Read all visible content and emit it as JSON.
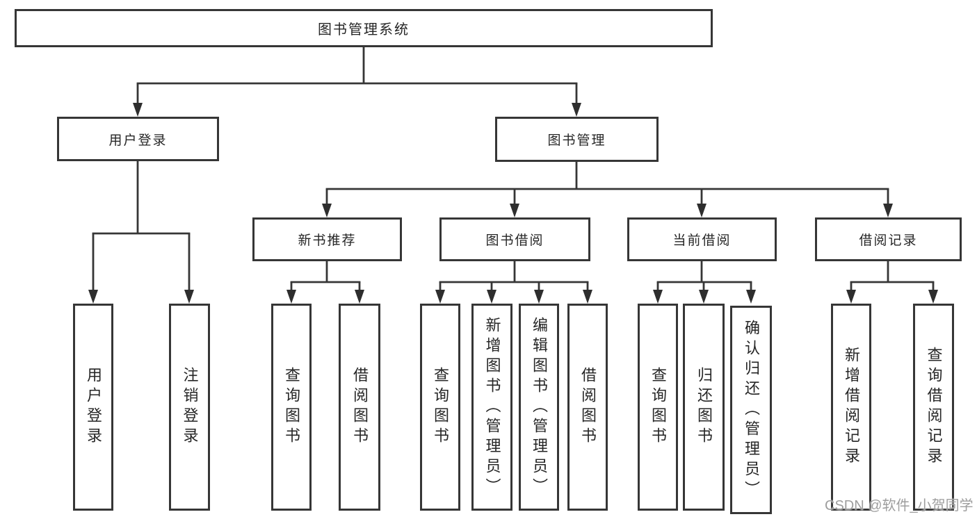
{
  "diagram": {
    "title": "图书管理系统",
    "root": {
      "label": "图书管理系统"
    },
    "level2": {
      "user_login": {
        "label": "用户登录"
      },
      "book_mgmt": {
        "label": "图书管理"
      }
    },
    "level3": {
      "new_book": {
        "label": "新书推荐"
      },
      "book_borrow": {
        "label": "图书借阅"
      },
      "current_borrow": {
        "label": "当前借阅"
      },
      "borrow_records": {
        "label": "借阅记录"
      }
    },
    "leaves": {
      "user_login": [
        "用户登录",
        "注销登录"
      ],
      "new_book": [
        "查询图书",
        "借阅图书"
      ],
      "book_borrow": [
        "查询图书",
        "新增图书（管理员）",
        "编辑图书（管理员）",
        "借阅图书"
      ],
      "current_borrow": [
        "查询图书",
        "归还图书",
        "确认归还（管理员）"
      ],
      "borrow_records": [
        "新增借阅记录",
        "查询借阅记录"
      ]
    }
  },
  "watermark": {
    "text": "CSDN @软件_小贺同学"
  },
  "colors": {
    "line": "#363636",
    "arrow": "#2e2e2e",
    "border": "#363636",
    "text": "#262626",
    "watermark": "#9e9e9e",
    "background": "#ffffff"
  }
}
